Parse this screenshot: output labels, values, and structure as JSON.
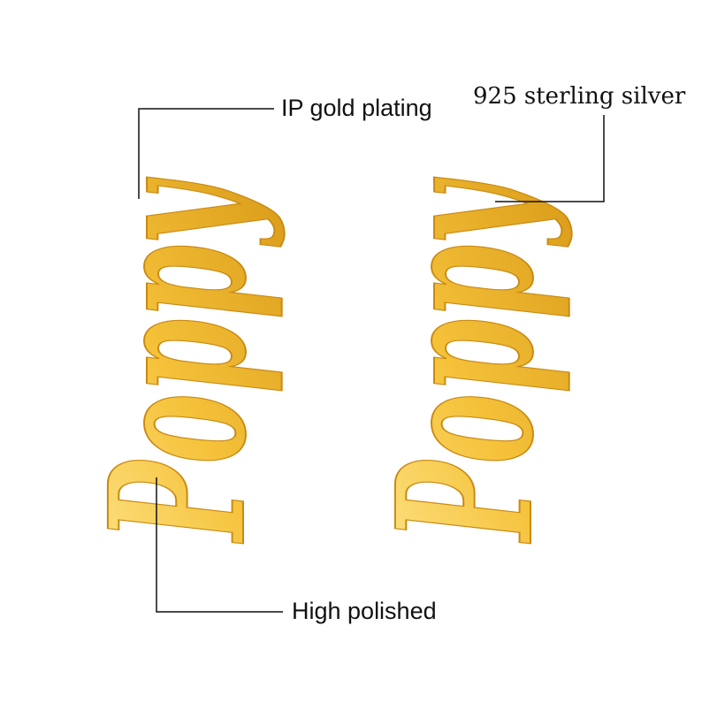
{
  "product": {
    "engraved_name": "Poppy",
    "metal_color": "#f2b52c",
    "highlight_color": "#fde58a",
    "shadow_color": "#c98a12"
  },
  "callouts": {
    "left_top": "IP gold plating",
    "right_top": "925 sterling silver",
    "bottom": "High polished"
  }
}
